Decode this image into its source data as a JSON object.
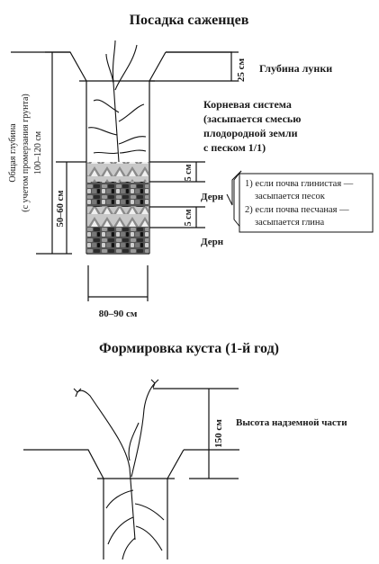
{
  "section1": {
    "title": "Посадка саженцев",
    "depth_pit_label": "25 см",
    "pit_depth_caption": "Глубина лунки",
    "root_system": [
      "Корневая система",
      "(засыпается смесью",
      "плодородной земли",
      "с песком 1/1)"
    ],
    "total_depth": [
      "Общая глубина",
      "(с учетом промерзания грунта)",
      "100–120 см"
    ],
    "depth_50_60": "50–60 см",
    "layer_5cm_a": "5 см",
    "layer_5cm_b": "5 см",
    "sod_label_a": "Дерн",
    "sod_label_b": "Дерн",
    "note_lines": [
      "1) если почва глинистая —",
      "засыпается песок",
      "2) если почва песчаная —",
      "засыпается глина"
    ],
    "width_label": "80–90 см"
  },
  "section2": {
    "title": "Формировка куста (1-й год)",
    "height_label": "150 см",
    "height_caption": "Высота надземной части"
  }
}
